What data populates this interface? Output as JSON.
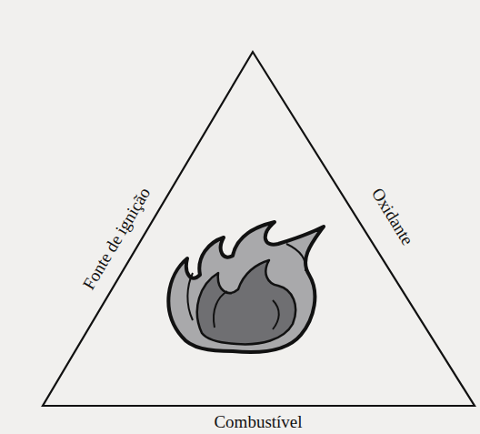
{
  "diagram": {
    "labels": [
      "Fonte de ignição",
      "Oxidante",
      "Combustível"
    ]
  }
}
